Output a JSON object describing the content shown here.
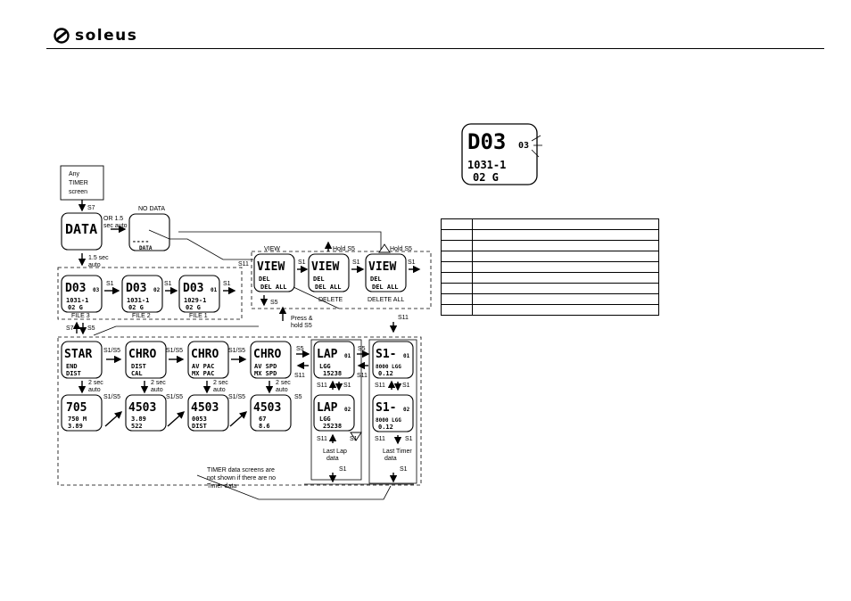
{
  "brand": {
    "name": "soleus",
    "logo_icon": "soleus-logo-icon"
  },
  "start": {
    "line1": "Any",
    "line2": "TIMER",
    "line3": "screen"
  },
  "labels": {
    "no_data": "NO DATA",
    "or_auto_1": "OR 1.5",
    "or_auto_2": "sec auto",
    "sec_auto_1": "1.5 sec",
    "sec_auto_2": "auto",
    "view": "VIEW",
    "delete": "DELETE",
    "delete_all": "DELETE ALL",
    "hold_s5_a": "Hold S5",
    "hold_s5_b": "Hold S5",
    "press_hold_1": "Press &",
    "press_hold_2": "hold S5",
    "file3": "FILE 3",
    "file2": "FILE 2",
    "file1": "FILE 1",
    "two_sec": "2 sec",
    "auto": "auto",
    "last_lap_1": "Last Lap",
    "last_lap_2": "data",
    "last_timer_1": "Last Timer",
    "last_timer_2": "data",
    "note_1": "TIMER data screens are",
    "note_2": "not shown if there are no",
    "note_3": "Timer data"
  },
  "keys": {
    "s1": "S1",
    "s5": "S5",
    "s7": "S7",
    "s11": "S11",
    "s1s5": "S1/S5",
    "or": "OR"
  },
  "screens": {
    "data_main": "DATA",
    "nodata_dash": "----",
    "nodata_label": "DATA",
    "file3": {
      "top": "D03",
      "side": "03",
      "mid": "1031-1",
      "bot": "02 G"
    },
    "file2": {
      "top": "D03",
      "side": "02",
      "mid": "1031-1",
      "bot": "02 G"
    },
    "file1": {
      "top": "D03",
      "side": "01",
      "mid": "1029-1",
      "bot": "02 G"
    },
    "view": {
      "top": "VIEW",
      "mid": "DEL",
      "bot": "DEL ALL"
    },
    "delete": {
      "top": "VIEW",
      "mid": "DEL",
      "bot": "DEL ALL"
    },
    "delete_all": {
      "top": "VIEW",
      "mid": "DEL",
      "bot": "DEL ALL"
    },
    "start": {
      "top": "STAR",
      "mid": "END",
      "bot": "DIST"
    },
    "chro1": {
      "top": "CHRO",
      "mid": "DIST",
      "bot": "CAL"
    },
    "chro2": {
      "top": "CHRO",
      "mid": "AV PAC",
      "bot": "MX PAC"
    },
    "chro3": {
      "top": "CHRO",
      "mid": "AV SPD",
      "bot": "MX SPD"
    },
    "b1": {
      "top": "705",
      "mid": "750 M",
      "bot": "3.89"
    },
    "b2": {
      "top": "4503",
      "mid": "3.89",
      "bot": "522"
    },
    "b3": {
      "top": "4503",
      "mid": "0053",
      "bot": "DIST"
    },
    "b4": {
      "top": "4503",
      "mid": "67",
      "bot": "8.6"
    },
    "lap1": {
      "top": "LAP",
      "side": "01",
      "mid": "LGG",
      "bot": "15238"
    },
    "lap2": {
      "top": "LAP",
      "side": "02",
      "mid": "LGG",
      "bot": "25238"
    },
    "t1": {
      "top": "S1-",
      "side": "01",
      "mid": "8000 LGG",
      "bot": "0.12"
    },
    "t2": {
      "top": "S1-",
      "side": "02",
      "mid": "8000 LGG",
      "bot": "0.12"
    },
    "big": {
      "top": "D03",
      "side": "03",
      "mid": "1031-1",
      "bot": "02 G"
    }
  },
  "table": {
    "rows": 9
  }
}
